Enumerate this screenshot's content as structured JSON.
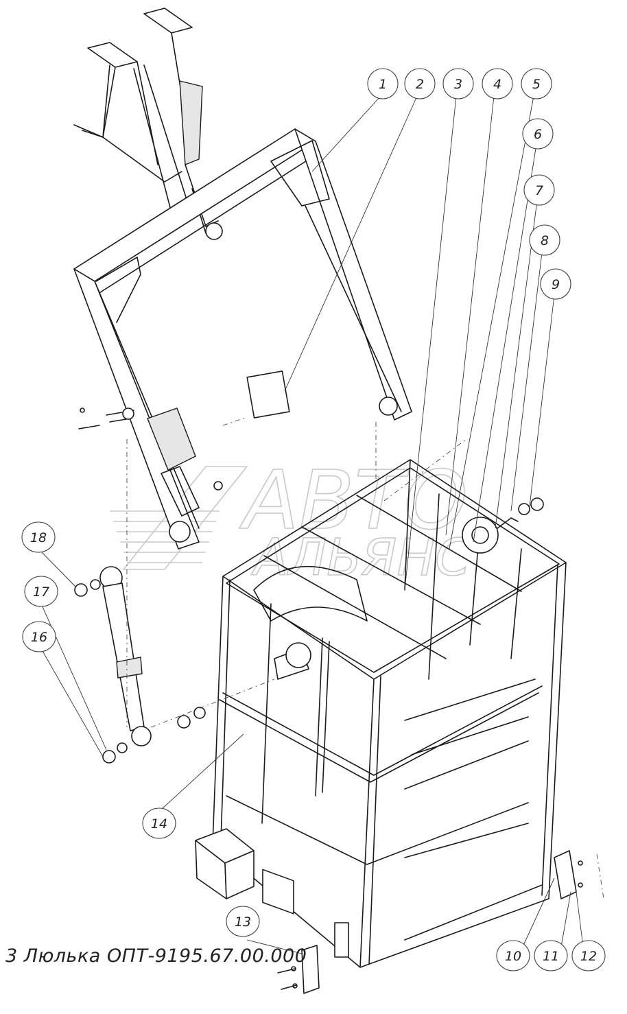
{
  "caption": "3 Люлька ОПТ-9195.67.00.000",
  "watermark": {
    "line1": "АВТО",
    "line2": "АЛЬЯНС"
  },
  "callouts": [
    "1",
    "2",
    "3",
    "4",
    "5",
    "6",
    "7",
    "8",
    "9",
    "10",
    "11",
    "12",
    "13",
    "14",
    "16",
    "17",
    "18"
  ]
}
